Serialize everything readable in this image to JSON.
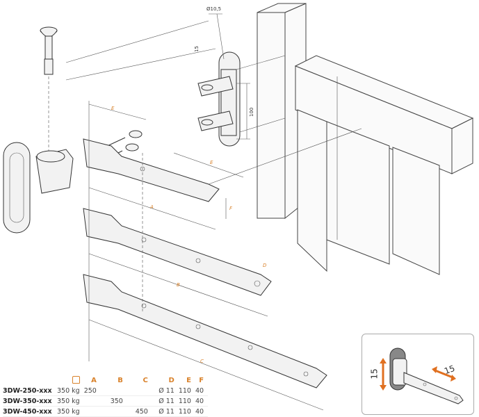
{
  "diagram": {
    "dimension_labels": {
      "hole_diameter": "Ø10,5",
      "slot": "15",
      "bracket_height": "100",
      "E_top": "E",
      "E_side": "E",
      "F": "F",
      "A": "A",
      "B": "B",
      "C": "C",
      "D": "D"
    },
    "inset": {
      "vertical_adjust": "15",
      "horizontal_adjust": "15"
    }
  },
  "spec_table": {
    "headers": [
      "",
      "load-icon",
      "A",
      "B",
      "C",
      "D",
      "E",
      "F"
    ],
    "rows": [
      {
        "model": "3DW-250-xxx",
        "load": "350 kg",
        "A": "250",
        "B": "",
        "C": "",
        "D": "Ø 11",
        "E": "110",
        "F": "40"
      },
      {
        "model": "3DW-350-xxx",
        "load": "350 kg",
        "A": "",
        "B": "350",
        "C": "",
        "D": "Ø 11",
        "E": "110",
        "F": "40"
      },
      {
        "model": "3DW-450-xxx",
        "load": "350 kg",
        "A": "",
        "B": "",
        "C": "450",
        "D": "Ø 11",
        "E": "110",
        "F": "40"
      }
    ]
  },
  "colors": {
    "accent": "#d9822b",
    "line": "#333333"
  }
}
